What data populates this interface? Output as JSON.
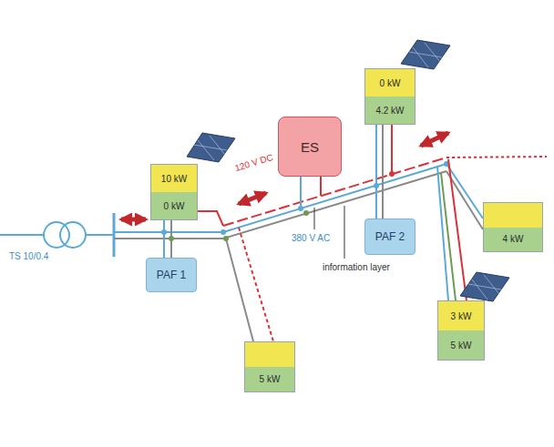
{
  "diagram": {
    "nodes": [
      {
        "text": [
          "0 kW",
          "4.2 kW"
        ]
      },
      {
        "text": [
          "ES"
        ]
      },
      {
        "text": [
          "10 kW",
          "0 kW"
        ]
      },
      {
        "text": [
          "4 kW"
        ]
      },
      {
        "text": [
          "PAF 2"
        ]
      },
      {
        "text": [
          "PAF 1"
        ]
      },
      {
        "text": [
          "3 kW",
          "5 kW"
        ]
      },
      {
        "text": [
          "5 kW"
        ]
      }
    ],
    "labels": [
      "TS 10/0.4",
      "120 V DC",
      "380 V AC",
      "information layer"
    ]
  }
}
